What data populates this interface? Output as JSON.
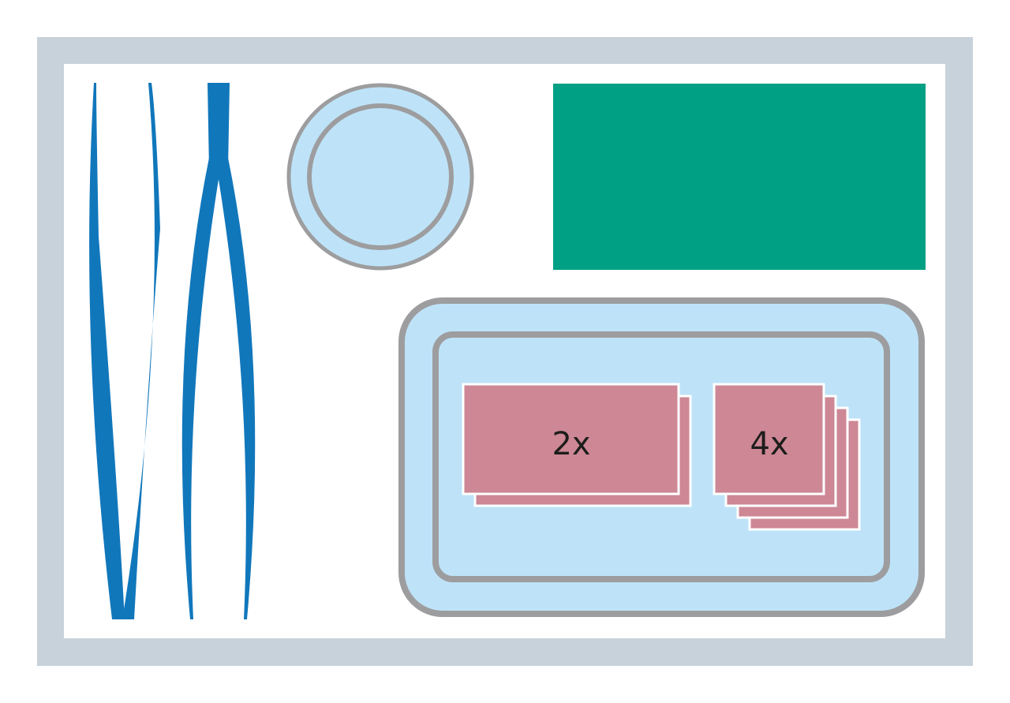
{
  "colors": {
    "frame": "#c8d2da",
    "background": "#ffffff",
    "instrument": "#1177bb",
    "dish_fill": "#bee3f8",
    "outline_gray": "#9d9d9f",
    "drape": "#00a084",
    "pad": "#cd8795"
  },
  "items": {
    "gauze_pads_large": {
      "count_label": "2x",
      "count": 2
    },
    "gauze_pads_small": {
      "count_label": "4x",
      "count": 4
    }
  }
}
